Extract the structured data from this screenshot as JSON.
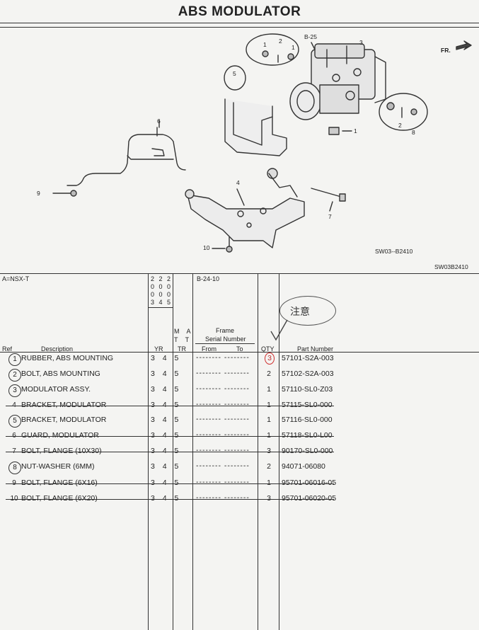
{
  "header": {
    "title": "ABS MODULATOR"
  },
  "diagram": {
    "callouts": [
      "B-25",
      "3",
      "FR.",
      "5",
      "6",
      "1",
      "2",
      "1",
      "1",
      "2",
      "8",
      "4",
      "9",
      "7",
      "10"
    ],
    "code_inner": "SW03--B2410",
    "code_outer": "SW03B2410"
  },
  "table_header": {
    "model": "A=NSX-T",
    "yr_codes": [
      "2 2 2",
      "0 0 0",
      "0 0 0",
      "3 4 5"
    ],
    "mt_at": "M A",
    "mt_at2": "T T",
    "ref_page": "B-24-10",
    "frame_title": "Frame",
    "frame_subtitle": "Serial Number",
    "col_ref": "Ref",
    "col_description": "Description",
    "col_yr": "YR",
    "col_tr": "TR",
    "col_from": "From",
    "col_to": "To",
    "col_qty": "QTY",
    "col_part": "Part Number",
    "handwritten_note": "注意"
  },
  "rows": [
    {
      "ref": "1",
      "description": "RUBBER, ABS MOUNTING",
      "yr": "3 4 5",
      "frame": "-------- --------",
      "qty": "3",
      "part": "57101-S2A-003",
      "circled": true,
      "qty_circled": true,
      "struck": false
    },
    {
      "ref": "2",
      "description": "BOLT, ABS MOUNTING",
      "yr": "3 4 5",
      "frame": "-------- --------",
      "qty": "2",
      "part": "57102-S2A-003",
      "circled": true,
      "qty_circled": false,
      "struck": false
    },
    {
      "ref": "3",
      "description": "MODULATOR ASSY.",
      "yr": "3 4 5",
      "frame": "-------- --------",
      "qty": "1",
      "part": "57110-SL0-Z03",
      "circled": true,
      "qty_circled": false,
      "struck": false
    },
    {
      "ref": "4",
      "description": "BRACKET, MODULATOR",
      "yr": "3 4 5",
      "frame": "-------- --------",
      "qty": "1",
      "part": "57115-SL0-000",
      "circled": false,
      "qty_circled": false,
      "struck": true
    },
    {
      "ref": "5",
      "description": "BRACKET, MODULATOR",
      "yr": "3 4 5",
      "frame": "-------- --------",
      "qty": "1",
      "part": "57116-SL0-000",
      "circled": true,
      "qty_circled": false,
      "struck": false
    },
    {
      "ref": "6",
      "description": "GUARD, MODULATOR",
      "yr": "3 4 5",
      "frame": "-------- --------",
      "qty": "1",
      "part": "57118-SL0-L00",
      "circled": false,
      "qty_circled": false,
      "struck": true
    },
    {
      "ref": "7",
      "description": "BOLT, FLANGE (10X30)",
      "yr": "3 4 5",
      "frame": "-------- --------",
      "qty": "3",
      "part": "90170-SL0-000",
      "circled": false,
      "qty_circled": false,
      "struck": true
    },
    {
      "ref": "8",
      "description": "NUT-WASHER (6MM)",
      "yr": "3 4 5",
      "frame": "-------- --------",
      "qty": "2",
      "part": "94071-06080",
      "circled": true,
      "qty_circled": false,
      "struck": false
    },
    {
      "ref": "9",
      "description": "BOLT, FLANGE (6X16)",
      "yr": "3 4 5",
      "frame": "-------- --------",
      "qty": "1",
      "part": "95701-06016-05",
      "circled": false,
      "qty_circled": false,
      "struck": true
    },
    {
      "ref": "10",
      "description": "BOLT, FLANGE (6X20)",
      "yr": "3 4 5",
      "frame": "-------- --------",
      "qty": "3",
      "part": "95701-06020-05",
      "circled": false,
      "qty_circled": false,
      "struck": true
    }
  ]
}
